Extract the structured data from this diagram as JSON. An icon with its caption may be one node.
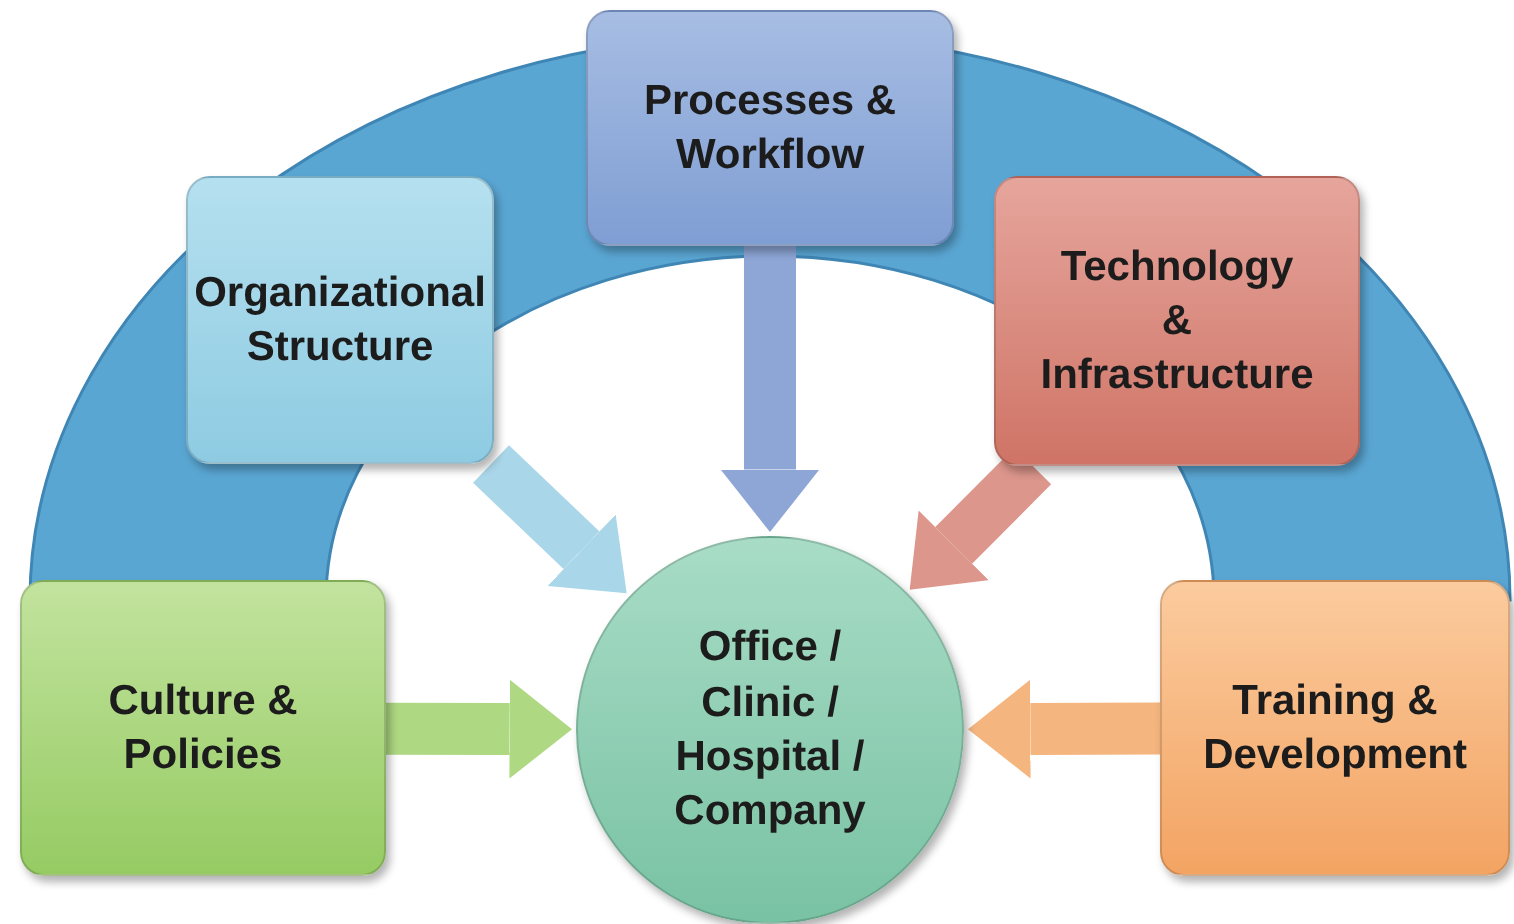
{
  "diagram": {
    "nodes": [
      {
        "text": [
          "Organizational Structure"
        ]
      },
      {
        "text": [
          "Processes & Workflow"
        ]
      },
      {
        "text": [
          "Technology & Infrastructure"
        ]
      },
      {
        "text": [
          "Culture & Policies"
        ]
      },
      {
        "text": [
          "Office / Clinic / Hospital / Company"
        ]
      },
      {
        "text": [
          "Training & Development"
        ]
      }
    ],
    "edges": [
      {
        "from": 0,
        "to": 4,
        "arrow": "to",
        "color": "#a9d6e8"
      },
      {
        "from": 1,
        "to": 4,
        "arrow": "to",
        "color": "#8ea6d6"
      },
      {
        "from": 2,
        "to": 4,
        "arrow": "to",
        "color": "#dc968c"
      },
      {
        "from": 3,
        "to": 4,
        "arrow": "to",
        "color": "#aed882"
      },
      {
        "from": 5,
        "to": 4,
        "arrow": "to",
        "color": "#f5b57e"
      }
    ]
  }
}
